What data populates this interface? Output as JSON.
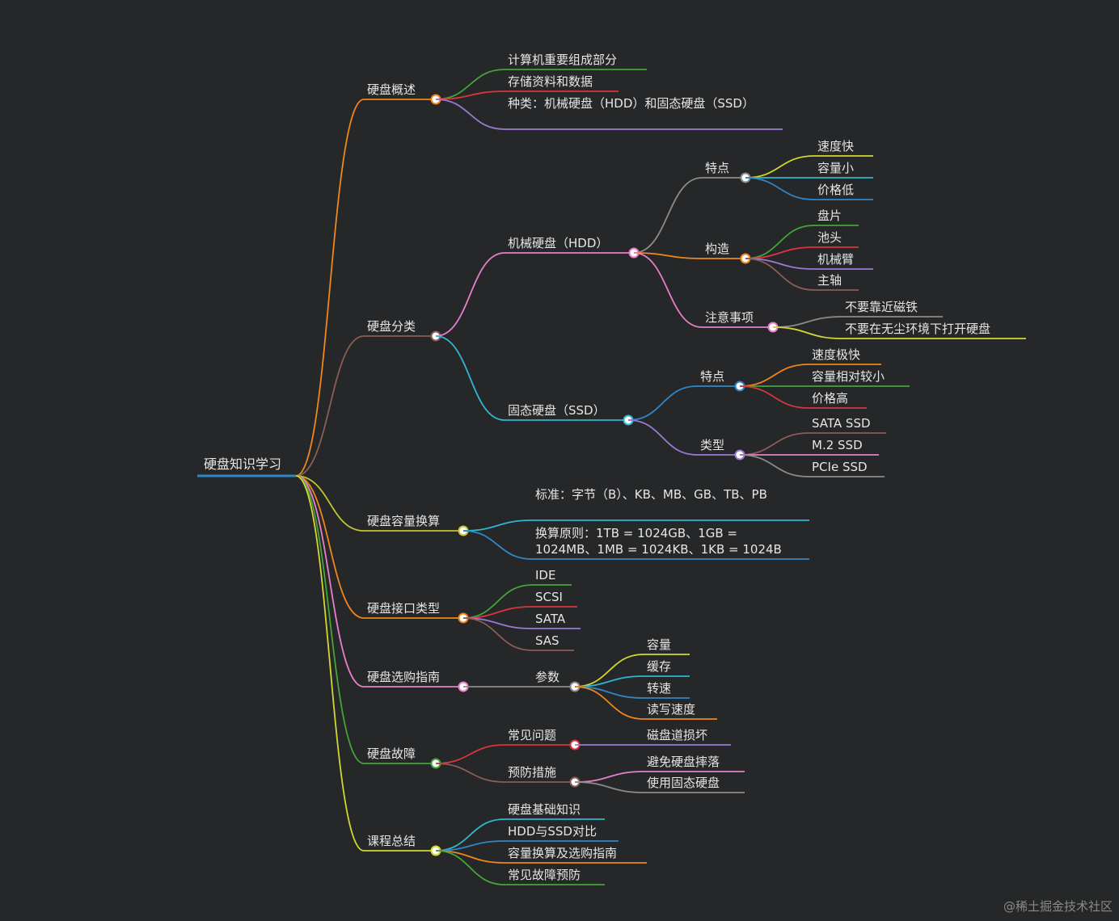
{
  "colors": {
    "background": "#262728",
    "text": "#e6e6e6",
    "orange": "#f0861c",
    "brown": "#8b5e55",
    "olive": "#c4c42e",
    "pink": "#e87fcd",
    "green": "#43a539",
    "yellow": "#d2d830",
    "red": "#d8363d",
    "purple": "#9d79d6",
    "gray": "#8b8b8b",
    "cyan": "#2fb7d0",
    "blue": "#2f86c8"
  },
  "mindmap": {
    "root": "硬盘知识学习",
    "branches": {
      "overview": {
        "label": "硬盘概述",
        "items": [
          "计算机重要组成部分",
          "存储资料和数据",
          "种类：机械硬盘（HDD）和固态硬盘（SSD）"
        ]
      },
      "classify": {
        "label": "硬盘分类",
        "hdd": {
          "label": "机械硬盘（HDD）",
          "features": {
            "label": "特点",
            "items": [
              "速度快",
              "容量小",
              "价格低"
            ]
          },
          "structure": {
            "label": "构造",
            "items": [
              "盘片",
              "池头",
              "机械臂",
              "主轴"
            ]
          },
          "notes": {
            "label": "注意事项",
            "items": [
              "不要靠近磁铁",
              "不要在无尘环境下打开硬盘"
            ]
          }
        },
        "ssd": {
          "label": "固态硬盘（SSD）",
          "features": {
            "label": "特点",
            "items": [
              "速度极快",
              "容量相对较小",
              "价格高"
            ]
          },
          "types": {
            "label": "类型",
            "items": [
              "SATA SSD",
              "M.2 SSD",
              "PCIe SSD"
            ]
          }
        }
      },
      "capacity": {
        "label": "硬盘容量换算",
        "items": [
          "标准：字节（B）、KB、MB、GB、TB、PB",
          "换算原则：1TB = 1024GB、1GB = 1024MB、1MB = 1024KB、1KB = 1024B"
        ]
      },
      "interface": {
        "label": "硬盘接口类型",
        "items": [
          "IDE",
          "SCSI",
          "SATA",
          "SAS"
        ]
      },
      "guide": {
        "label": "硬盘选购指南",
        "params": {
          "label": "参数",
          "items": [
            "容量",
            "缓存",
            "转速",
            "读写速度"
          ]
        }
      },
      "fault": {
        "label": "硬盘故障",
        "common": {
          "label": "常见问题",
          "items": [
            "磁盘道损坏"
          ]
        },
        "prevent": {
          "label": "预防措施",
          "items": [
            "避免硬盘摔落",
            "使用固态硬盘"
          ]
        }
      },
      "summary": {
        "label": "课程总结",
        "items": [
          "硬盘基础知识",
          "HDD与SSD对比",
          "容量换算及选购指南",
          "常见故障预防"
        ]
      }
    }
  },
  "watermark": "@稀土掘金技术社区"
}
